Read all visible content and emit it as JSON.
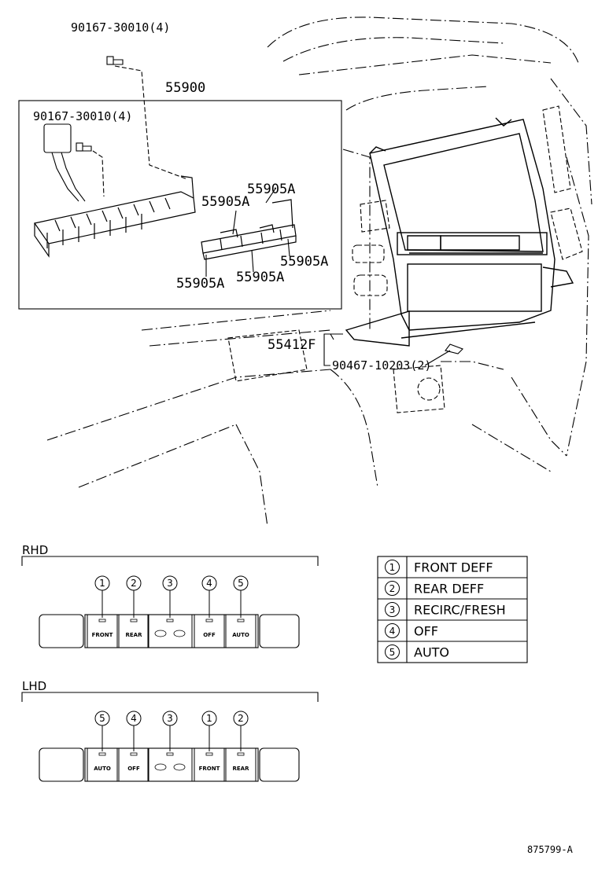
{
  "labels": {
    "screw_top": "90167-30010(4)",
    "switch_assy": "55900",
    "screw_inner": "90167-30010(4)",
    "knob_1": "55905A",
    "knob_2": "55905A",
    "knob_3": "55905A",
    "knob_4": "55905A",
    "knob_5": "55905A",
    "bezel": "55412F",
    "clip": "90467-10203(2)"
  },
  "sections": {
    "rhd": "RHD",
    "lhd": "LHD"
  },
  "rhd_buttons": [
    {
      "num": "1",
      "text": "FRONT"
    },
    {
      "num": "2",
      "text": "REAR"
    },
    {
      "num": "3",
      "text": ""
    },
    {
      "num": "4",
      "text": "OFF"
    },
    {
      "num": "5",
      "text": "AUTO"
    }
  ],
  "lhd_buttons": [
    {
      "num": "5",
      "text": "AUTO"
    },
    {
      "num": "4",
      "text": "OFF"
    },
    {
      "num": "3",
      "text": ""
    },
    {
      "num": "1",
      "text": "FRONT"
    },
    {
      "num": "2",
      "text": "REAR"
    }
  ],
  "legend": [
    {
      "num": "1",
      "text": "FRONT DEFF"
    },
    {
      "num": "2",
      "text": "REAR DEFF"
    },
    {
      "num": "3",
      "text": "RECIRC/FRESH"
    },
    {
      "num": "4",
      "text": "OFF"
    },
    {
      "num": "5",
      "text": "AUTO"
    }
  ],
  "footer": "875799-A"
}
